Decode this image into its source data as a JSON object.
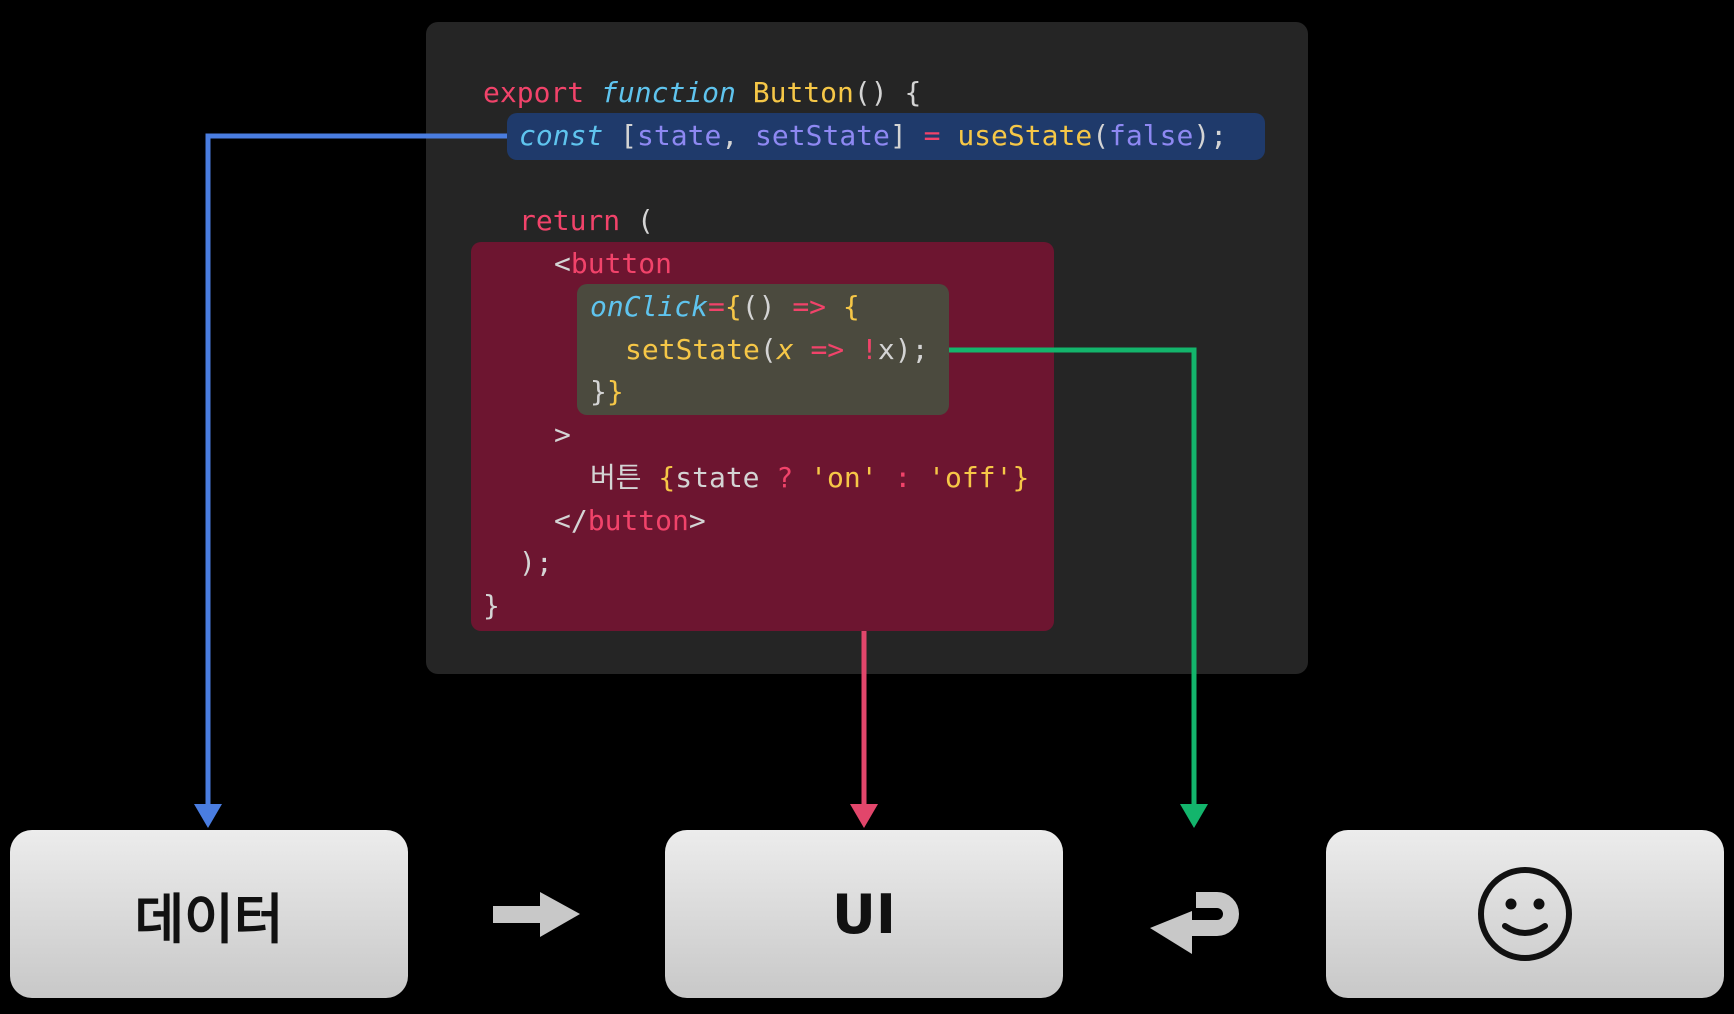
{
  "code": {
    "line1": {
      "kw": "export",
      "fn": "function",
      "name": "Button",
      "rest": "() {"
    },
    "line2": {
      "const": "const",
      "open": "[",
      "state": "state",
      "comma": ",",
      "setter": "setState",
      "close": "]",
      "eq": "=",
      "hook": "useState",
      "p1": "(",
      "arg": "false",
      "p2": ");"
    },
    "line3": {
      "kw": "return",
      "rest": "("
    },
    "line4": {
      "lt": "<",
      "tag": "button"
    },
    "line5": {
      "attr": "onClick",
      "eq": "=",
      "brace": "{",
      "args": "()",
      "arrow": "=>",
      "open": "{"
    },
    "line6": {
      "fn": "setState",
      "p1": "(",
      "x": "x",
      "arrow": "=>",
      "bang": "!",
      "rest": "x);"
    },
    "line7": {
      "close1": "}",
      "close2": "}"
    },
    "line8": {
      "gt": ">"
    },
    "line9": {
      "text": "버튼 ",
      "b1": "{",
      "var": "state",
      "q": "?",
      "on": "'on'",
      "colon": ":",
      "off": "'off'",
      "b2": "}"
    },
    "line10": {
      "lt": "</",
      "tag": "button",
      "gt": ">"
    },
    "line11": {
      "text": ");"
    },
    "line12": {
      "text": "}"
    }
  },
  "boxes": {
    "data_label": "데이터",
    "ui_label": "UI",
    "user_icon": "smiley-face-icon"
  },
  "colors": {
    "blue": "#4a7de0",
    "red": "#e2466b",
    "green": "#13b56c",
    "panel": "#252525"
  }
}
